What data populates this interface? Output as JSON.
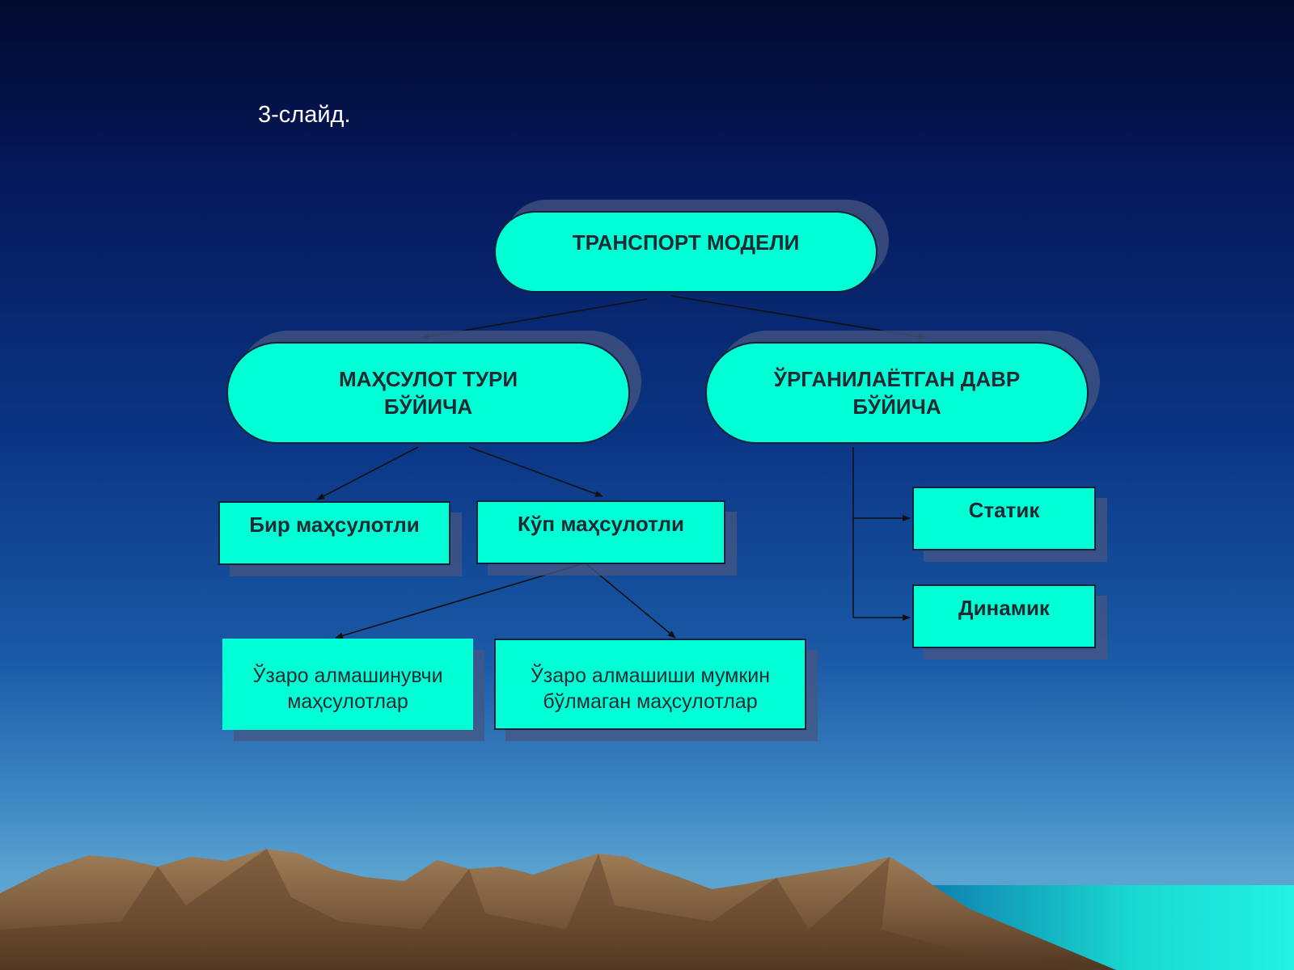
{
  "slide": {
    "label": "3-слайд."
  },
  "diagram": {
    "root": "ТРАНСПОРТ МОДЕЛИ",
    "branch_product": {
      "line1": "МАҲСУЛОТ ТУРИ",
      "line2": "БЎЙИЧА"
    },
    "branch_period": {
      "line1": "ЎРГАНИЛАЁТГАН ДАВР",
      "line2": "БЎЙИЧА"
    },
    "single_product": "Бир маҳсулотли",
    "multi_product": "Кўп маҳсулотли",
    "interchangeable": {
      "line1": "Ўзаро алмашинувчи",
      "line2": "маҳсулотлар"
    },
    "non_interchangeable": {
      "line1": "Ўзаро алмашиши мумкин",
      "line2": "бўлмаган маҳсулотлар"
    },
    "static": "Статик",
    "dynamic": "Динамик"
  },
  "colors": {
    "node_fill": "#00ffd5",
    "sky_top": "#020a2e",
    "sky_bottom": "#6fb4d6",
    "mountain": "#8a6a48",
    "sea": "#19d8d0"
  }
}
